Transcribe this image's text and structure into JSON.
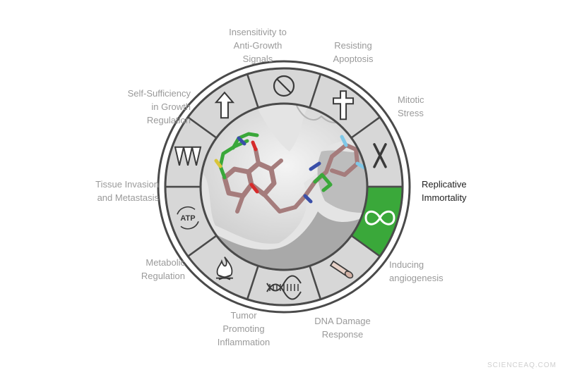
{
  "wheel": {
    "colors": {
      "segment": "#d7d7d7",
      "active": "#3aa83a",
      "outline": "#4a4a4a",
      "inner": "#e8e8e8"
    },
    "segments": [
      {
        "key": "anti-growth",
        "icon": "no-entry-icon",
        "label": [
          "Insensitivity to",
          "Anti-Growth",
          "Signals"
        ],
        "active": false
      },
      {
        "key": "apoptosis",
        "icon": "cross-icon",
        "label": [
          "Resisting",
          "Apoptosis"
        ],
        "active": false
      },
      {
        "key": "mitotic",
        "icon": "chromosome-icon",
        "label": [
          "Mitotic",
          "Stress"
        ],
        "active": false
      },
      {
        "key": "immortality",
        "icon": "infinity-icon",
        "label": [
          "Replicative",
          "Immortality"
        ],
        "active": true
      },
      {
        "key": "angiogenesis",
        "icon": "blood-vessel-icon",
        "label": [
          "Inducing",
          "angiogenesis"
        ],
        "active": false
      },
      {
        "key": "dna",
        "icon": "dna-helix-icon",
        "label": [
          "DNA Damage",
          "Response"
        ],
        "active": false
      },
      {
        "key": "inflammation",
        "icon": "flame-icon",
        "label": [
          "Tumor",
          "Promoting",
          "Inflammation"
        ],
        "active": false
      },
      {
        "key": "metabolic",
        "icon": "atp-cycle-icon",
        "label": [
          "Metabolic",
          "Regulation"
        ],
        "active": false,
        "icon_text": "ATP"
      },
      {
        "key": "invasion",
        "icon": "zigzag-icon",
        "label": [
          "Tissue Invasion",
          "and Metastasis"
        ],
        "active": false
      },
      {
        "key": "growth",
        "icon": "up-arrow-icon",
        "label": [
          "Self-Sufficiency",
          "in Growth",
          "Regulation"
        ],
        "active": false
      }
    ]
  },
  "watermark": "SCIENCEAQ.COM"
}
